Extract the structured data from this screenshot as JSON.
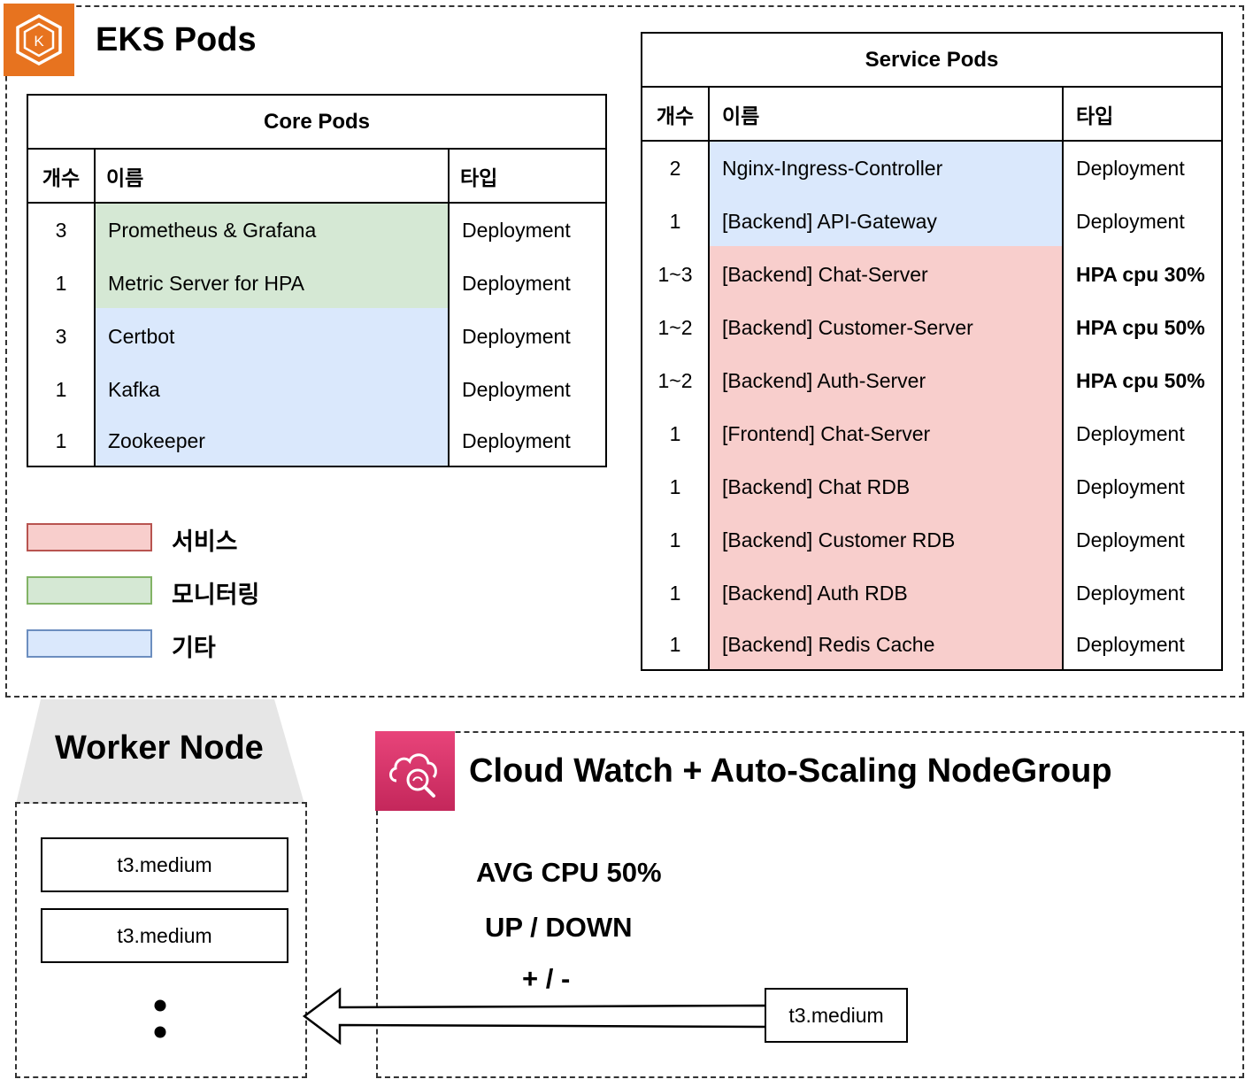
{
  "eks": {
    "title": "EKS Pods"
  },
  "core_pods": {
    "title": "Core Pods",
    "col_count": "개수",
    "col_name": "이름",
    "col_type": "타입",
    "rows": [
      {
        "count": "3",
        "name": "Prometheus & Grafana",
        "type": "Deployment"
      },
      {
        "count": "1",
        "name": "Metric Server for HPA",
        "type": "Deployment"
      },
      {
        "count": "3",
        "name": "Certbot",
        "type": "Deployment"
      },
      {
        "count": "1",
        "name": "Kafka",
        "type": "Deployment"
      },
      {
        "count": "1",
        "name": "Zookeeper",
        "type": "Deployment"
      }
    ]
  },
  "service_pods": {
    "title": "Service Pods",
    "col_count": "개수",
    "col_name": "이름",
    "col_type": "타입",
    "rows": [
      {
        "count": "2",
        "name": "Nginx-Ingress-Controller",
        "type": "Deployment"
      },
      {
        "count": "1",
        "name": "[Backend] API-Gateway",
        "type": "Deployment"
      },
      {
        "count": "1~3",
        "name": "[Backend] Chat-Server",
        "type": "HPA cpu 30%"
      },
      {
        "count": "1~2",
        "name": "[Backend] Customer-Server",
        "type": "HPA cpu 50%"
      },
      {
        "count": "1~2",
        "name": "[Backend] Auth-Server",
        "type": "HPA cpu 50%"
      },
      {
        "count": "1",
        "name": "[Frontend] Chat-Server",
        "type": "Deployment"
      },
      {
        "count": "1",
        "name": "[Backend] Chat RDB",
        "type": "Deployment"
      },
      {
        "count": "1",
        "name": "[Backend] Customer RDB",
        "type": "Deployment"
      },
      {
        "count": "1",
        "name": "[Backend] Auth RDB",
        "type": "Deployment"
      },
      {
        "count": "1",
        "name": "[Backend] Redis Cache",
        "type": "Deployment"
      }
    ]
  },
  "legend": {
    "service": "서비스",
    "monitoring": "모니터링",
    "other": "기타",
    "colors": {
      "service": "#f8cecc",
      "monitoring": "#d5e8d4",
      "other": "#dae8fc"
    }
  },
  "worker_node": {
    "title": "Worker Node",
    "nodes": [
      "t3.medium",
      "t3.medium"
    ]
  },
  "cloudwatch": {
    "title": "Cloud Watch + Auto-Scaling NodeGroup",
    "avg_cpu": "AVG CPU 50%",
    "up_down": "UP / DOWN",
    "plus_minus": "+ / -",
    "new_node": "t3.medium"
  },
  "icons": {
    "eks": "eks-icon",
    "cloudwatch": "cloudwatch-icon"
  }
}
